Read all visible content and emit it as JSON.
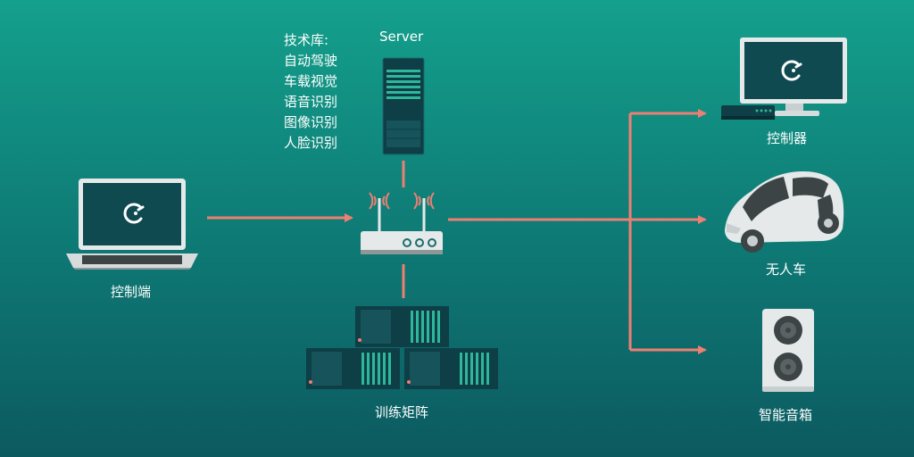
{
  "labels": {
    "server": "Server",
    "tech_title": "技术库:",
    "tech_items": [
      "自动驾驶",
      "车载视觉",
      "语音识别",
      "图像识别",
      "人脸识别"
    ],
    "control_end": "控制端",
    "training_matrix": "训练矩阵",
    "controller": "控制器",
    "driverless_car": "无人车",
    "smart_speaker": "智能音箱"
  },
  "colors": {
    "arrow": "#ee7f72",
    "device_dark": "#0e3e46",
    "device_mid": "#1c6b6a",
    "device_accent": "#2fb79b",
    "frame_light": "#e5e9ea",
    "frame_gray": "#8f9799"
  }
}
